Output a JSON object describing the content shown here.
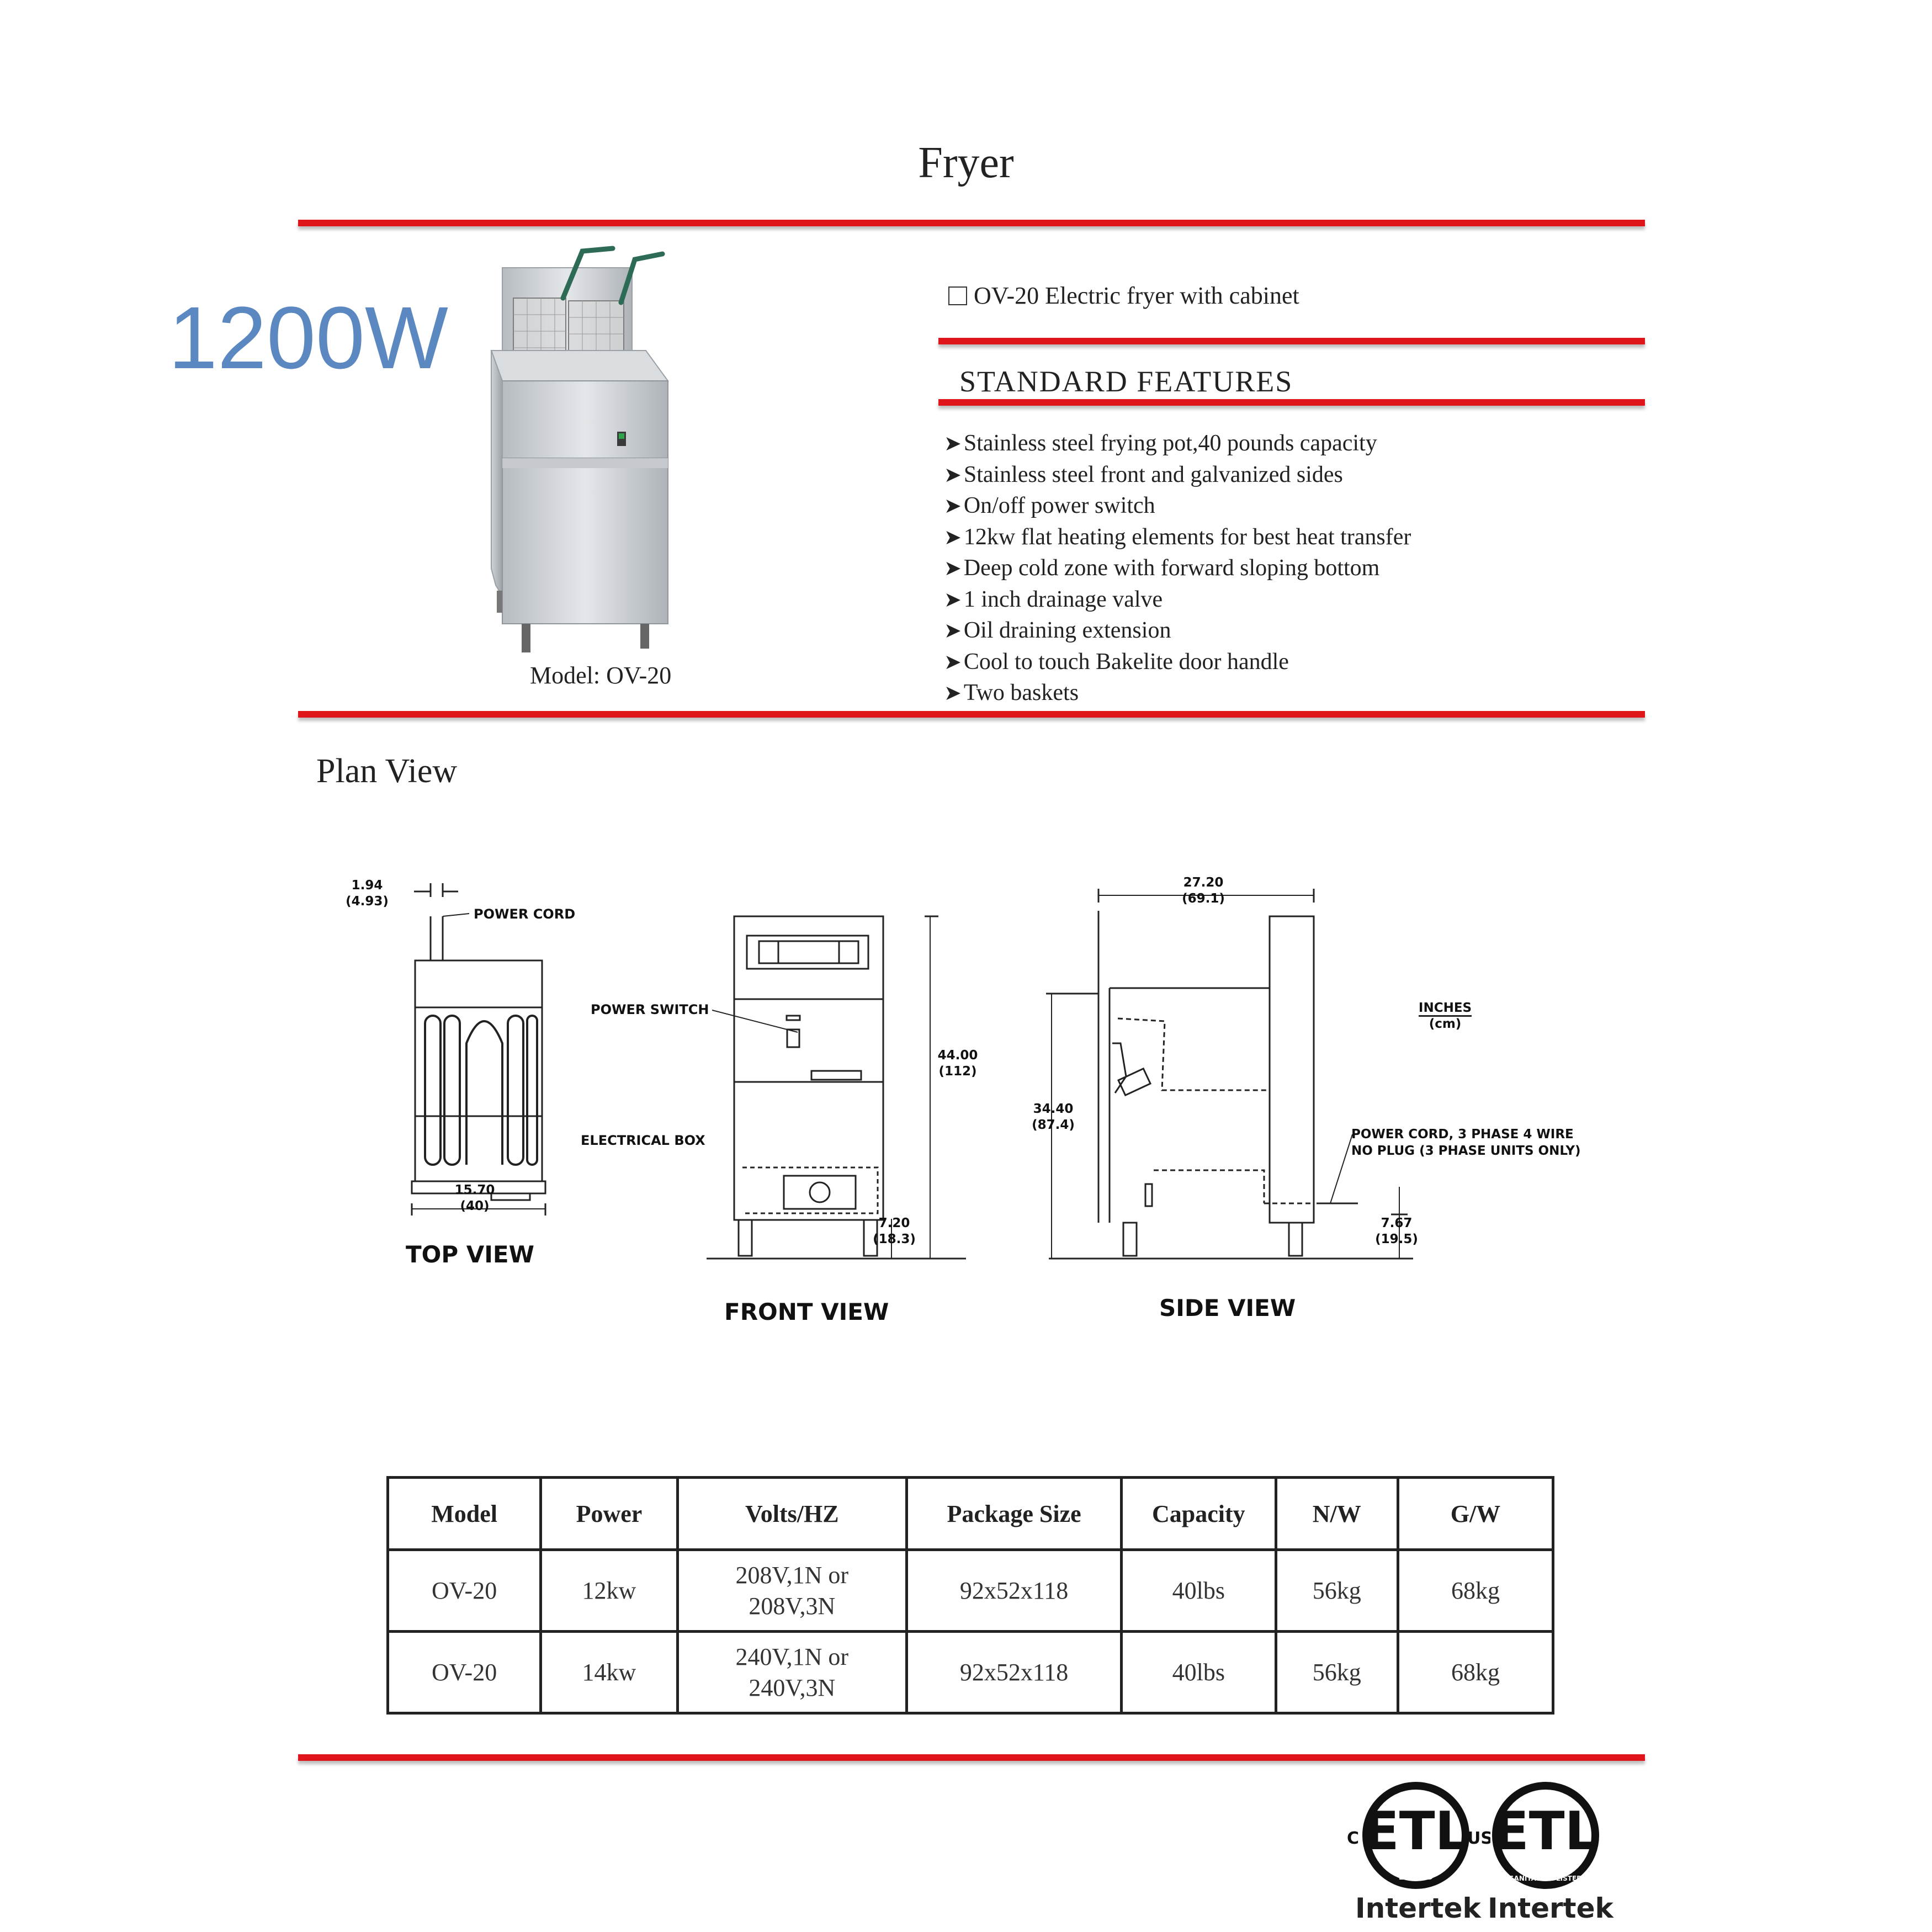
{
  "header": {
    "title": "Fryer",
    "badge": "1200W"
  },
  "product": {
    "option": "OV-20 Electric fryer with cabinet",
    "model_caption": "Model: OV-20"
  },
  "features": {
    "heading": "STANDARD FEATURES",
    "items": [
      "Stainless steel frying pot,40 pounds capacity",
      "Stainless steel front and galvanized sides",
      "On/off power switch",
      "12kw flat heating elements for best heat transfer",
      "Deep cold zone with forward sloping bottom",
      "1 inch drainage valve",
      "Oil draining extension",
      "Cool to touch Bakelite door handle",
      "Two baskets"
    ]
  },
  "plan": {
    "heading": "Plan View",
    "top_view": {
      "title": "TOP VIEW",
      "dim_cord_in": "1.94",
      "dim_cord_cm": "(4.93)",
      "power_cord": "POWER CORD",
      "dim_width_in": "15.70",
      "dim_width_cm": "(40)"
    },
    "front_view": {
      "title": "FRONT VIEW",
      "power_switch": "POWER SWITCH",
      "electrical_box": "ELECTRICAL BOX",
      "dim_height_in": "44.00",
      "dim_height_cm": "(112)",
      "dim_leg_in": "7.20",
      "dim_leg_cm": "(18.3)"
    },
    "side_view": {
      "title": "SIDE VIEW",
      "dim_depth_in": "27.20",
      "dim_depth_cm": "(69.1)",
      "dim_height_in": "34.40",
      "dim_height_cm": "(87.4)",
      "dim_leg_in": "7.67",
      "dim_leg_cm": "(19.5)",
      "power_cord_line1": "POWER CORD, 3 PHASE 4 WIRE",
      "power_cord_line2": "NO PLUG (3 PHASE UNITS ONLY)",
      "units_line1": "INCHES",
      "units_line2": "(cm)"
    }
  },
  "spec_table": {
    "headers": [
      "Model",
      "Power",
      "Volts/HZ",
      "Package Size",
      "Capacity",
      "N/W",
      "G/W"
    ],
    "rows": [
      [
        "OV-20",
        "12kw",
        "208V,1N or 208V,3N",
        "92x52x118",
        "40lbs",
        "56kg",
        "68kg"
      ],
      [
        "OV-20",
        "14kw",
        "240V,1N or 240V,3N",
        "92x52x118",
        "40lbs",
        "56kg",
        "68kg"
      ]
    ]
  },
  "certifications": [
    {
      "mark": "ETL",
      "left": "C",
      "right": "US",
      "ring": "LISTED",
      "brand": "Intertek"
    },
    {
      "mark": "ETL",
      "left": "",
      "right": "",
      "ring": "SANITATION LISTED",
      "brand": "Intertek"
    }
  ]
}
